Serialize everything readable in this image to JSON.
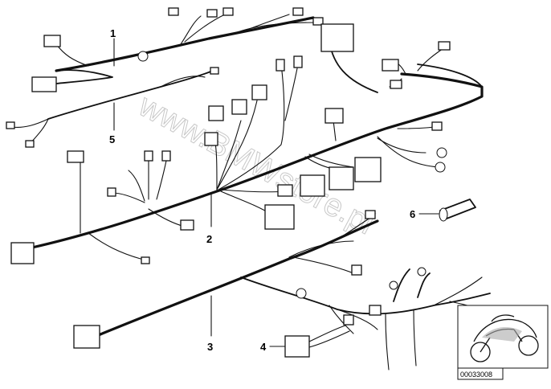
{
  "callouts": [
    {
      "id": "1",
      "text": "1"
    },
    {
      "id": "2",
      "text": "2"
    },
    {
      "id": "3",
      "text": "3"
    },
    {
      "id": "4",
      "text": "4"
    },
    {
      "id": "5",
      "text": "5"
    },
    {
      "id": "6",
      "text": "6"
    }
  ],
  "watermark": "www.BMWstore.pl",
  "reference_number": "00033008",
  "inset_icon": "motorcycle-icon",
  "colors": {
    "line": "#111111",
    "watermark": "#c8c8c8",
    "background": "#ffffff"
  }
}
